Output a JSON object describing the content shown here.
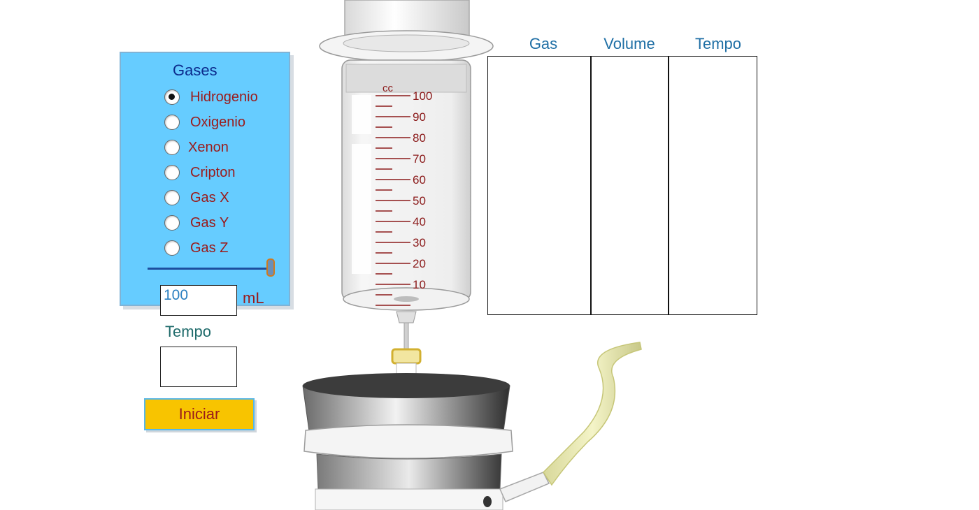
{
  "gas_panel": {
    "title": "Gases",
    "options": [
      {
        "label": "Hidrogenio",
        "checked": true
      },
      {
        "label": "Oxigenio",
        "checked": false
      },
      {
        "label": "Xenon",
        "checked": false
      },
      {
        "label": "Cripton",
        "checked": false
      },
      {
        "label": "Gas X",
        "checked": false
      },
      {
        "label": "Gas Y",
        "checked": false
      },
      {
        "label": "Gas Z",
        "checked": false
      }
    ],
    "volume_value": "100",
    "volume_unit": "mL",
    "volume_slider_fraction": 1.0
  },
  "timer": {
    "label": "Tempo",
    "value": ""
  },
  "start_button": {
    "label": "Iniciar"
  },
  "results_table": {
    "headers": [
      "Gas",
      "Volume",
      "Tempo"
    ],
    "rows": []
  },
  "syringe": {
    "unit_label": "cc",
    "scale_labels": [
      "100",
      "90",
      "80",
      "70",
      "60",
      "50",
      "40",
      "30",
      "20",
      "10"
    ]
  },
  "colors": {
    "panel_bg": "#66ccff",
    "button_bg": "#f8c400",
    "label_red": "#9a1b1b",
    "header_blue": "#1f6fa5"
  }
}
